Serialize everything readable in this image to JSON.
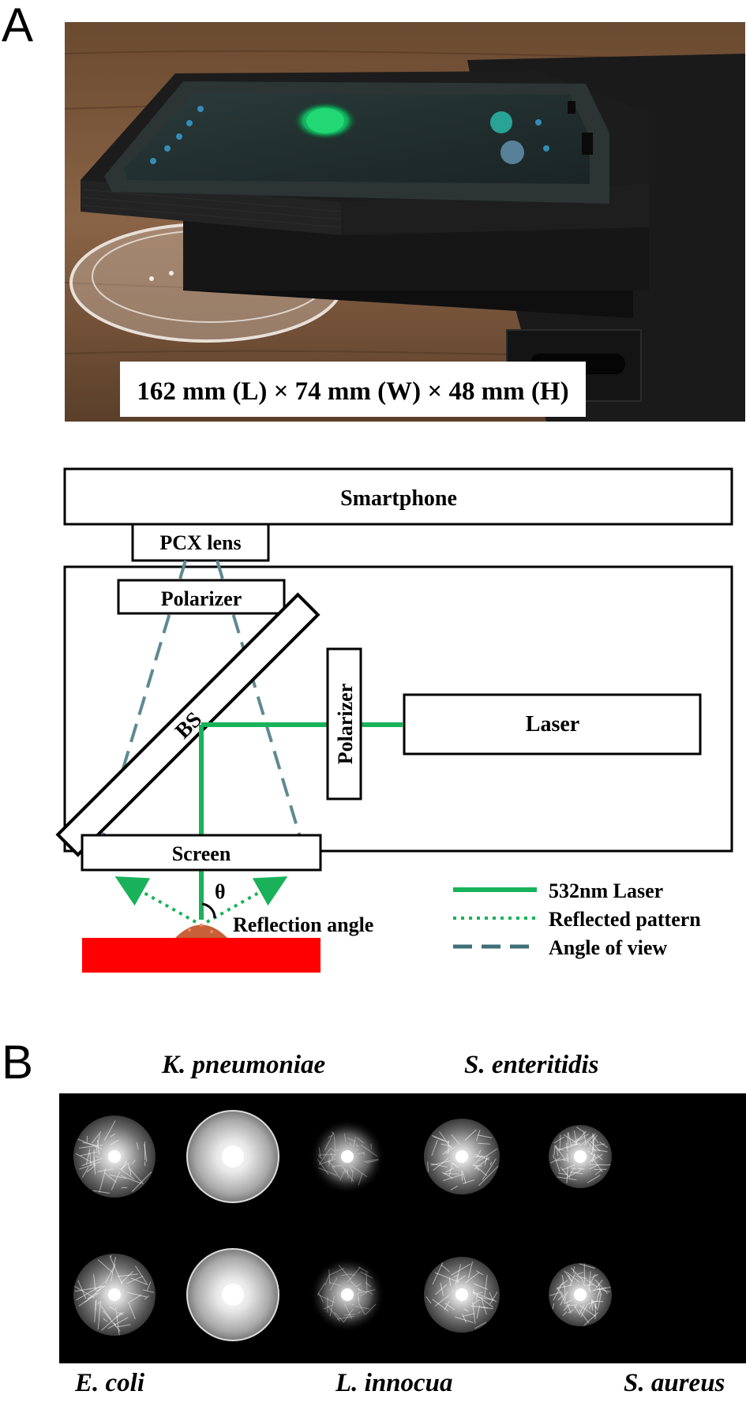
{
  "panels": {
    "a": {
      "letter": "A"
    },
    "b": {
      "letter": "B"
    }
  },
  "photo": {
    "dimensions_caption": "162 mm (L) × 74 mm (W) × 48 mm (H)"
  },
  "diagram": {
    "components": {
      "smartphone": "Smartphone",
      "pcx_lens": "PCX lens",
      "polarizer_top": "Polarizer",
      "beam_splitter": "BS",
      "polarizer_vertical": "Polarizer",
      "laser": "Laser",
      "screen": "Screen"
    },
    "theta": "θ",
    "reflection_angle": "Reflection angle",
    "legend": [
      {
        "label": "532nm  Laser",
        "style": "solid",
        "color": "#19b25a"
      },
      {
        "label": "Reflected pattern",
        "style": "dotted",
        "color": "#19b25a"
      },
      {
        "label": "Angle of view",
        "style": "dashed",
        "color": "#3f6f79"
      }
    ],
    "colors": {
      "laser_beam": "#19b25a",
      "view_lines": "#5f8991",
      "sample_stage": "#ff0000",
      "colony": "#c8603a"
    }
  },
  "patterns": {
    "top_labels": [
      "K. pneumoniae",
      "S. enteritidis"
    ],
    "bottom_labels": [
      "E. coli",
      "L. innocua",
      "S. aureus"
    ]
  }
}
